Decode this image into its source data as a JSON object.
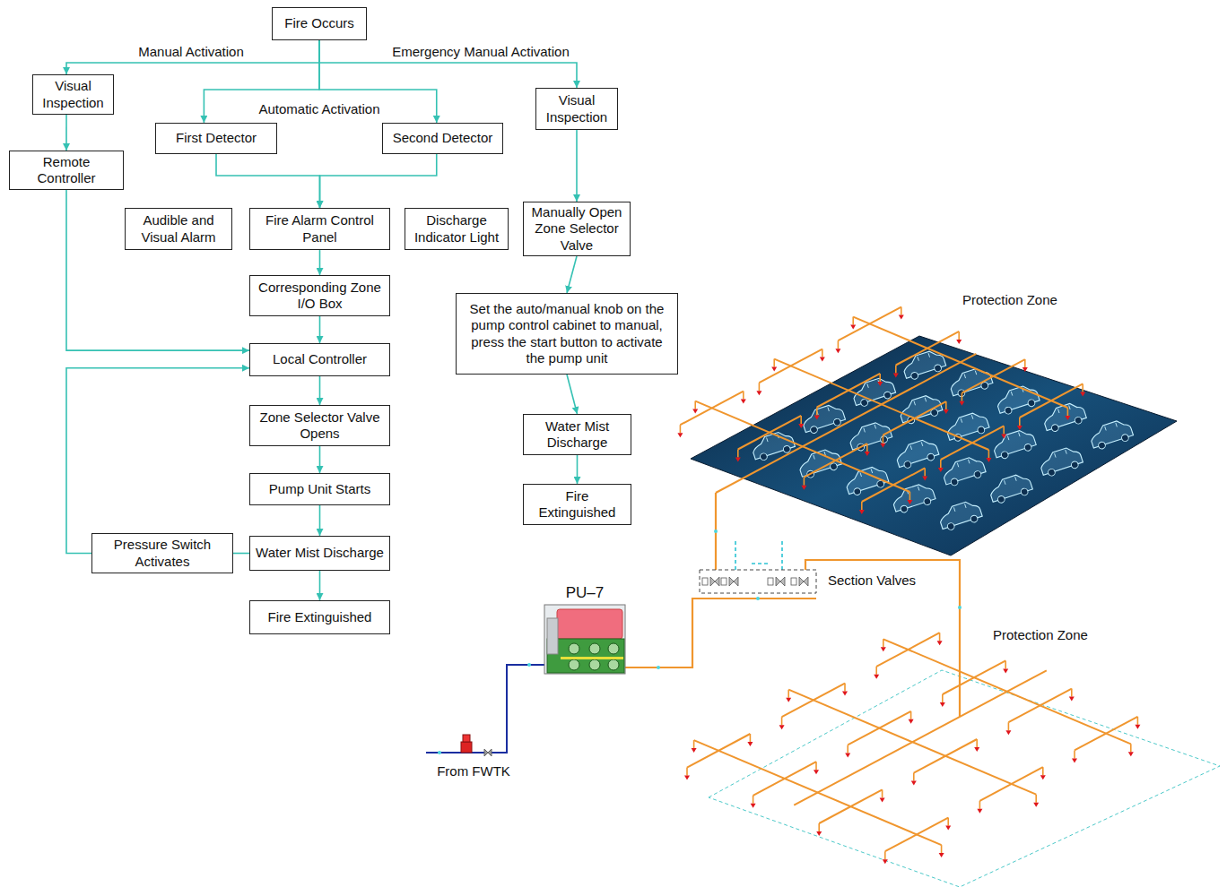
{
  "diagram": {
    "nodes": [
      {
        "text": [
          "Fire Occurs"
        ]
      },
      {
        "text": [
          "Visual Inspection"
        ]
      },
      {
        "text": [
          "First Detector"
        ]
      },
      {
        "text": [
          "Second Detector"
        ]
      },
      {
        "text": [
          "Visual Inspection"
        ]
      },
      {
        "text": [
          "Remote Controller"
        ]
      },
      {
        "text": [
          "Audible and Visual Alarm"
        ]
      },
      {
        "text": [
          "Fire Alarm Control Panel"
        ]
      },
      {
        "text": [
          "Discharge Indicator Light"
        ]
      },
      {
        "text": [
          "Manually Open Zone Selector Valve"
        ]
      },
      {
        "text": [
          "Corresponding Zone I/O Box"
        ]
      },
      {
        "text": [
          "Set the auto/manual knob on the pump control cabinet to manual, press the start button to activate the pump unit"
        ]
      },
      {
        "text": [
          "Local Controller"
        ]
      },
      {
        "text": [
          "Zone Selector Valve Opens"
        ]
      },
      {
        "text": [
          "Water Mist Discharge"
        ]
      },
      {
        "text": [
          "Pump Unit Starts"
        ]
      },
      {
        "text": [
          "Fire Extinguished"
        ]
      },
      {
        "text": [
          "Pressure Switch Activates"
        ]
      },
      {
        "text": [
          "Water Mist Discharge"
        ]
      },
      {
        "text": [
          "Fire Extinguished"
        ]
      }
    ],
    "edges": [
      {
        "from": 0,
        "to": 1,
        "arrow": "to",
        "label": "Manual Activation"
      },
      {
        "from": 0,
        "to": 2,
        "arrow": "to",
        "label": "Automatic Activation"
      },
      {
        "from": 0,
        "to": 3,
        "arrow": "to"
      },
      {
        "from": 0,
        "to": 4,
        "arrow": "to",
        "label": "Emergency Manual Activation"
      },
      {
        "from": 1,
        "to": 5,
        "arrow": "to"
      },
      {
        "from": 2,
        "to": 7,
        "arrow": "to"
      },
      {
        "from": 3,
        "to": 7,
        "arrow": "to"
      },
      {
        "from": 7,
        "to": 10,
        "arrow": "to"
      },
      {
        "from": 5,
        "to": 12,
        "arrow": "to"
      },
      {
        "from": 10,
        "to": 12,
        "arrow": "to"
      },
      {
        "from": 12,
        "to": 13,
        "arrow": "to"
      },
      {
        "from": 13,
        "to": 15,
        "arrow": "to"
      },
      {
        "from": 15,
        "to": 18,
        "arrow": "to"
      },
      {
        "from": 18,
        "to": 19,
        "arrow": "to"
      },
      {
        "from": 18,
        "to": 17,
        "arrow": "none"
      },
      {
        "from": 17,
        "to": 12,
        "arrow": "to"
      },
      {
        "from": 4,
        "to": 9,
        "arrow": "to"
      },
      {
        "from": 9,
        "to": 11,
        "arrow": "to"
      },
      {
        "from": 11,
        "to": 14,
        "arrow": "to"
      },
      {
        "from": 14,
        "to": 16,
        "arrow": "to"
      }
    ],
    "labels": [
      "Protection Zone",
      "Section Valves",
      "Protection Zone",
      "PU–7",
      "From FWTK"
    ]
  }
}
